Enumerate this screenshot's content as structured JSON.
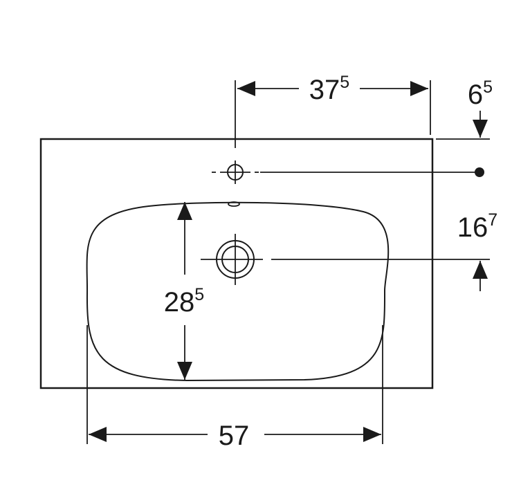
{
  "dimensions": {
    "top_width": {
      "main": "37",
      "sup": "5"
    },
    "right_top": {
      "main": "6",
      "sup": "5"
    },
    "right_mid": {
      "main": "16",
      "sup": "7"
    },
    "left_height": {
      "main": "28",
      "sup": "5"
    },
    "bottom_width": {
      "main": "57",
      "sup": ""
    }
  },
  "colors": {
    "line": "#1a1a1a",
    "background": "#ffffff"
  }
}
